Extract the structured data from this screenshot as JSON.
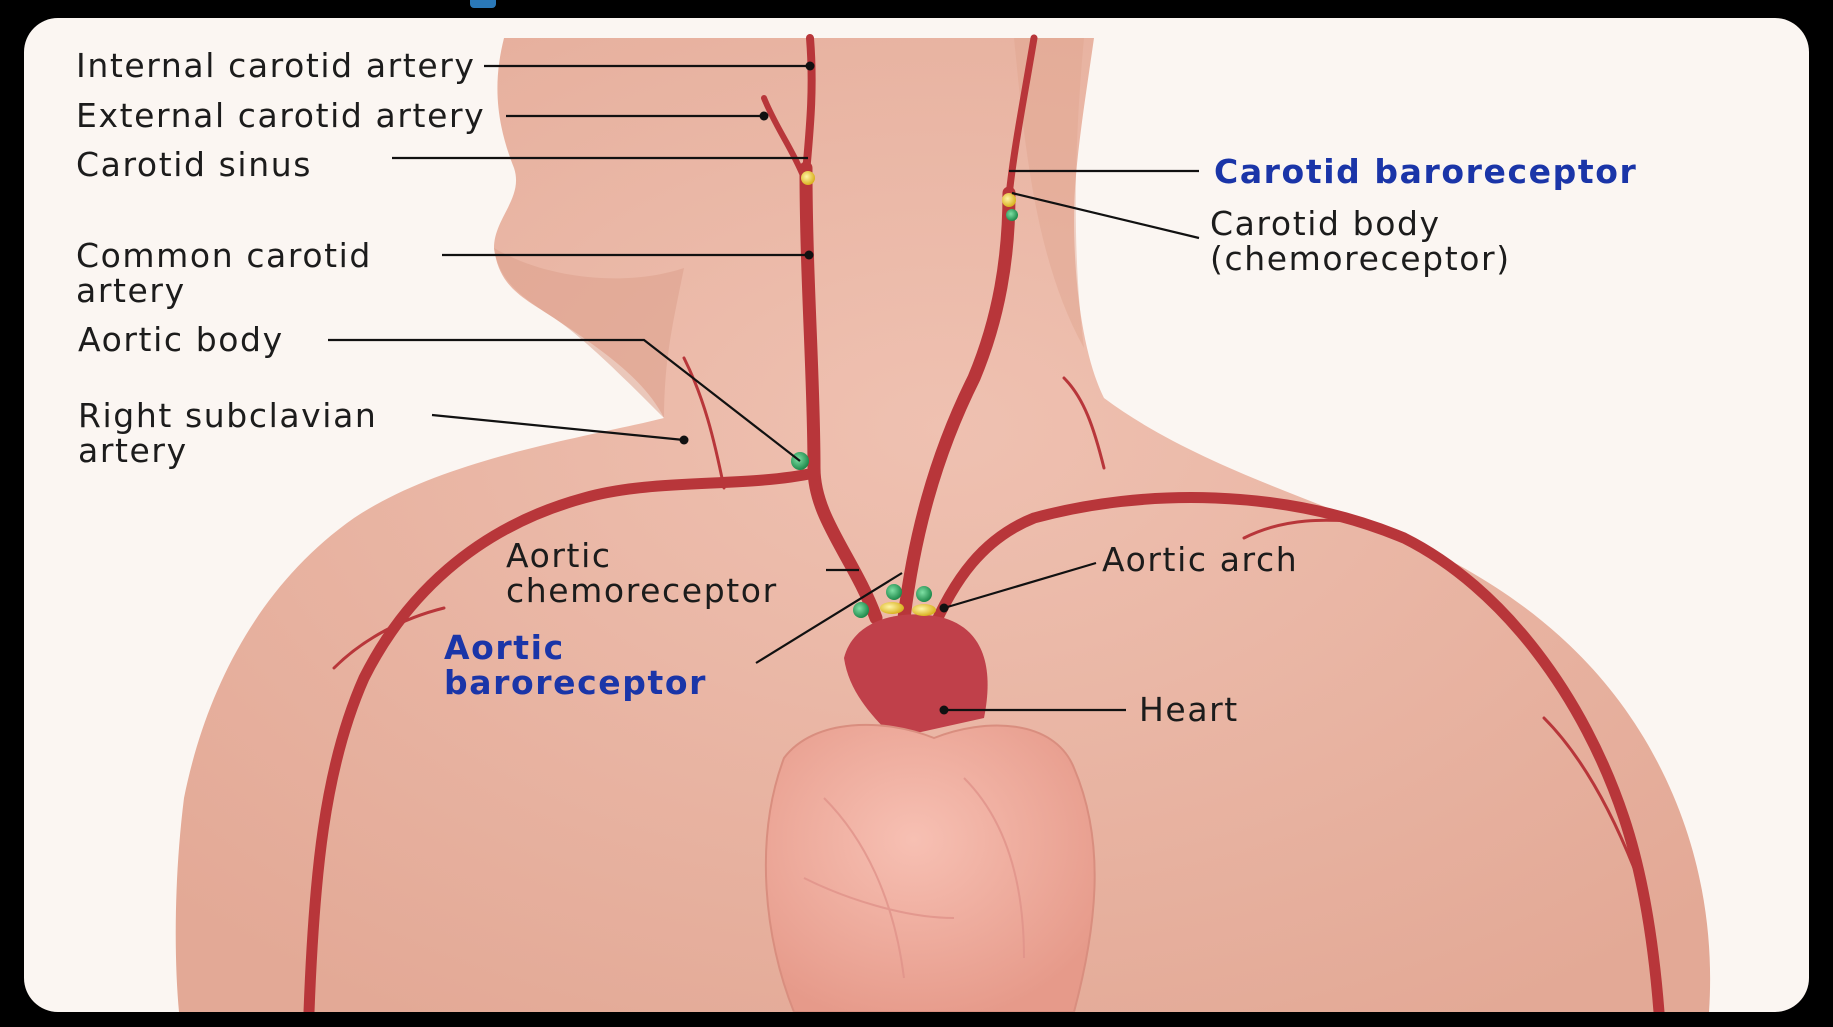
{
  "diagram": {
    "labels": {
      "internal_carotid": "Internal carotid artery",
      "external_carotid": "External carotid artery",
      "carotid_sinus": "Carotid sinus",
      "common_carotid": "Common carotid\nartery",
      "aortic_body": "Aortic body",
      "right_subclavian": "Right subclavian\nartery",
      "aortic_chemoreceptor": "Aortic\nchemoreceptor",
      "aortic_baroreceptor": "Aortic\nbaroreceptor",
      "carotid_baroreceptor": "Carotid baroreceptor",
      "carotid_body": "Carotid body\n(chemoreceptor)",
      "aortic_arch": "Aortic arch",
      "heart": "Heart"
    },
    "colors": {
      "page_background": "#000000",
      "frame_background": "#fbf6f2",
      "skin": "#e9b5a3",
      "skin_shadow": "#dfa391",
      "artery": "#b8363a",
      "artery_highlight": "#d9686a",
      "heart": "#f2a899",
      "label_text": "#1c1c1c",
      "highlight_label_text": "#1a35a8",
      "receptor_green": "#1f8a4c",
      "receptor_yellow": "#e8c630",
      "leader_line": "#111111"
    }
  }
}
